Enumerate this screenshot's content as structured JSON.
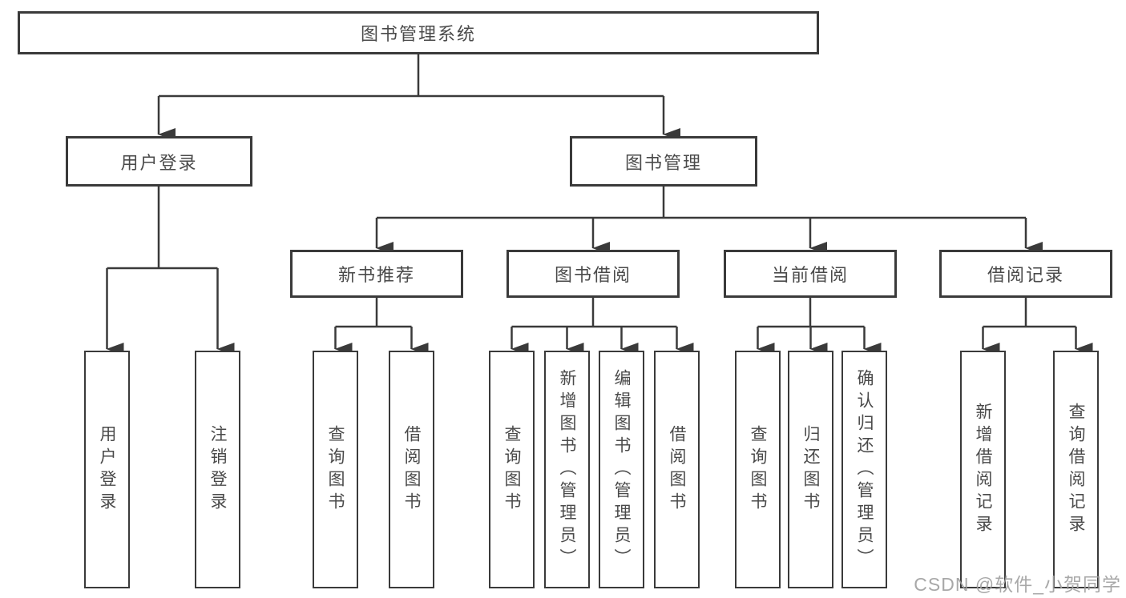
{
  "diagram": {
    "title": "图书管理系统",
    "root": {
      "label": "图书管理系统"
    },
    "level2": [
      {
        "id": "user-login",
        "label": "用户登录"
      },
      {
        "id": "book-management",
        "label": "图书管理"
      }
    ],
    "level3": [
      {
        "id": "new-book-recommend",
        "label": "新书推荐"
      },
      {
        "id": "book-borrow",
        "label": "图书借阅"
      },
      {
        "id": "current-borrow",
        "label": "当前借阅"
      },
      {
        "id": "borrow-records",
        "label": "借阅记录"
      }
    ],
    "leaves": [
      {
        "id": "user-login-leaf",
        "label": "用户登录",
        "parent": "用户登录"
      },
      {
        "id": "logout",
        "label": "注销登录",
        "parent": "用户登录"
      },
      {
        "id": "query-books-recommend",
        "label": "查询图书",
        "parent": "新书推荐"
      },
      {
        "id": "borrow-books-recommend",
        "label": "借阅图书",
        "parent": "新书推荐"
      },
      {
        "id": "query-books-borrow",
        "label": "查询图书",
        "parent": "图书借阅"
      },
      {
        "id": "add-books-admin",
        "label": "新增图书（管理员）",
        "parent": "图书借阅"
      },
      {
        "id": "edit-books-admin",
        "label": "编辑图书（管理员）",
        "parent": "图书借阅"
      },
      {
        "id": "borrow-books",
        "label": "借阅图书",
        "parent": "图书借阅"
      },
      {
        "id": "query-books-current",
        "label": "查询图书",
        "parent": "当前借阅"
      },
      {
        "id": "return-books",
        "label": "归还图书",
        "parent": "当前借阅"
      },
      {
        "id": "confirm-return-admin",
        "label": "确认归还（管理员）",
        "parent": "当前借阅"
      },
      {
        "id": "add-borrow-record",
        "label": "新增借阅记录",
        "parent": "借阅记录"
      },
      {
        "id": "query-borrow-record",
        "label": "查询借阅记录",
        "parent": "借阅记录"
      }
    ]
  },
  "watermark": {
    "text": "CSDN @软件_小贺同学"
  },
  "colors": {
    "line": "#3a3a3a",
    "box_border": "#3a3a3a",
    "text": "#4a4a4a",
    "watermark": "#9e9e9e",
    "background": "#ffffff"
  }
}
